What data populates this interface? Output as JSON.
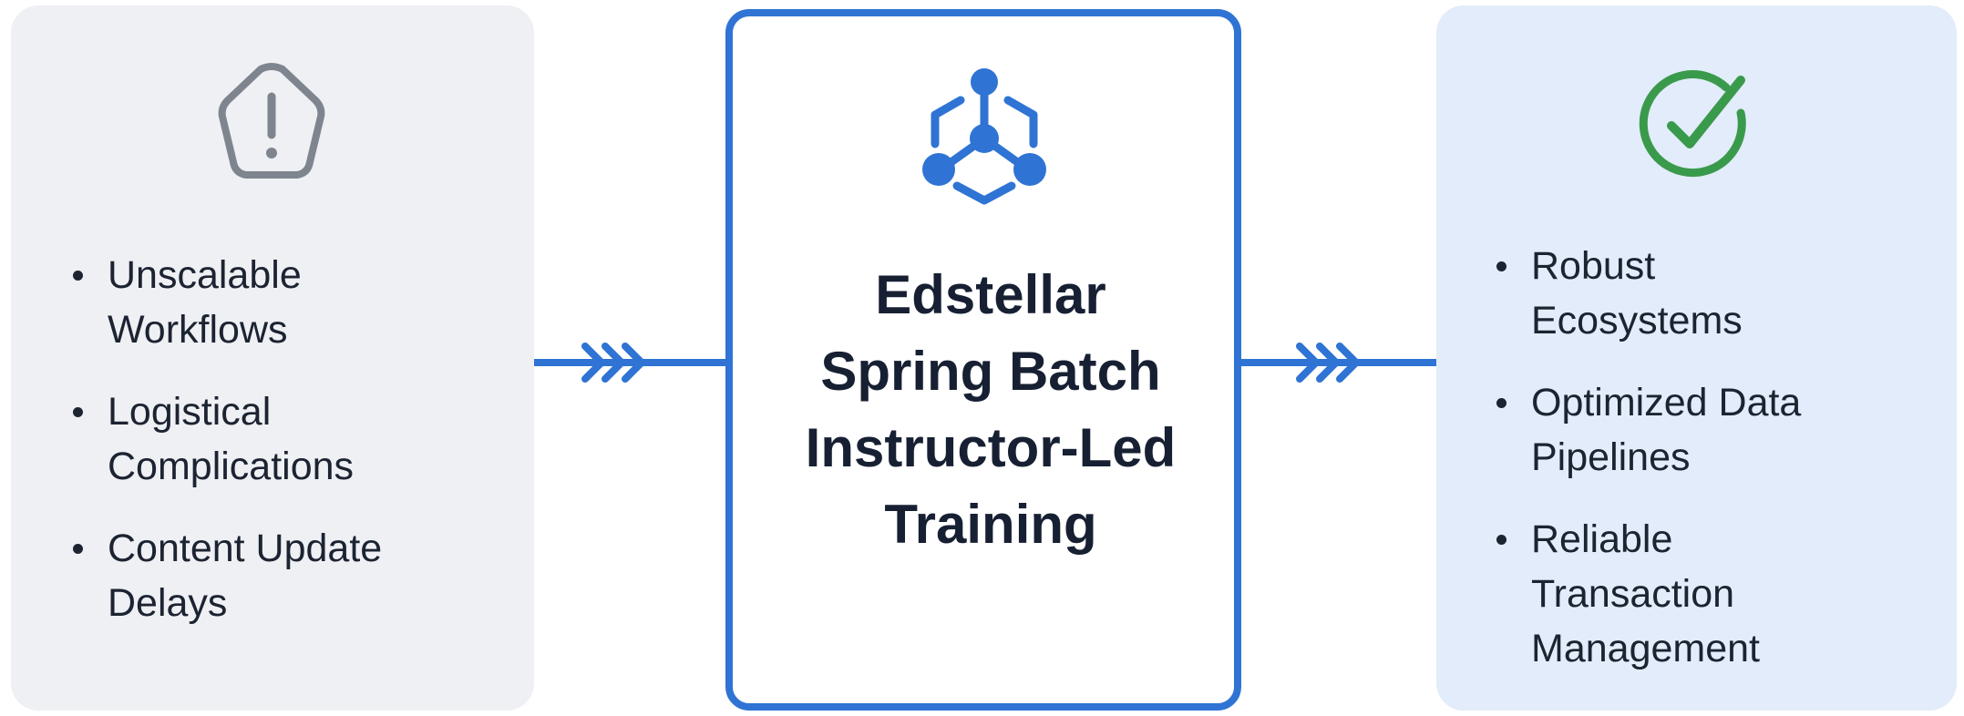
{
  "colors": {
    "accent": "#2f74d4",
    "warning_icon": "#7f858f",
    "success_icon": "#3a9a4c",
    "text": "#1c2331"
  },
  "left_panel": {
    "icon": "warning-icon",
    "items": [
      "Unscalable\nWorkflows",
      "Logistical\nComplications",
      "Content Update\nDelays"
    ]
  },
  "center_panel": {
    "icon": "network-hub-icon",
    "title": "Edstellar\nSpring Batch\nInstructor-Led\nTraining"
  },
  "right_panel": {
    "icon": "check-circle-icon",
    "items": [
      "Robust\nEcosystems",
      "Optimized Data\nPipelines",
      "Reliable\nTransaction\nManagement"
    ]
  }
}
